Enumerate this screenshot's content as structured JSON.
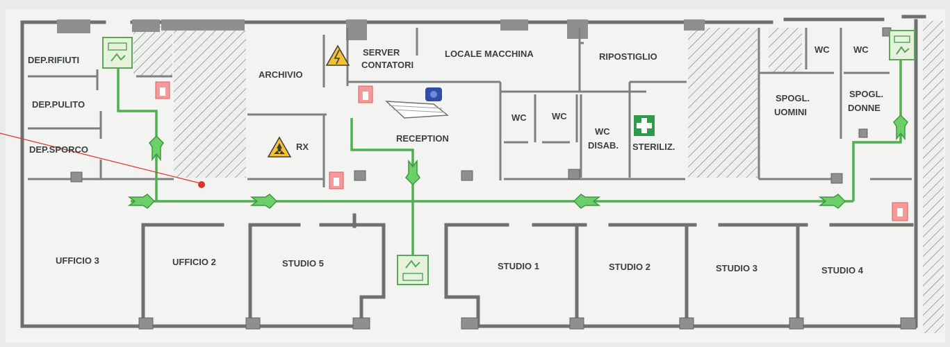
{
  "rooms": {
    "dep_rifiuti": "DEP.RIFIUTI",
    "dep_pulito": "DEP.PULITO",
    "dep_sporco": "DEP.SPORCO",
    "archivio": "ARCHIVIO",
    "server_line1": "SERVER",
    "server_line2": "CONTATORI",
    "locale_macchina": "LOCALE MACCHINA",
    "ripostiglio": "RIPOSTIGLIO",
    "wc_top1": "WC",
    "wc_top2": "WC",
    "rx": "RX",
    "reception": "RECEPTION",
    "wc_a": "WC",
    "wc_b": "WC",
    "wc_disab_line1": "WC",
    "wc_disab_line2": "DISAB.",
    "steriliz": "STERILIZ.",
    "spogl_uomini_line1": "SPOGL.",
    "spogl_uomini_line2": "UOMINI",
    "spogl_donne_line1": "SPOGL.",
    "spogl_donne_line2": "DONNE",
    "ufficio3": "UFFICIO 3",
    "ufficio2": "UFFICIO 2",
    "studio5": "STUDIO 5",
    "studio1": "STUDIO 1",
    "studio2": "STUDIO 2",
    "studio3": "STUDIO 3",
    "studio4": "STUDIO 4"
  },
  "colors": {
    "wall": "#6e726f",
    "escape_route": "#4fb04f",
    "extinguisher": "#f49a9a",
    "first_aid": "#2e9a4a",
    "hazard": "#f2c232",
    "you_are_here": "#d9342b"
  },
  "icons": [
    "emergency-exit-icon",
    "fire-extinguisher-icon",
    "first-aid-icon",
    "electrical-hazard-icon",
    "radiation-icon",
    "telephone-icon",
    "you-are-here-marker-icon"
  ]
}
